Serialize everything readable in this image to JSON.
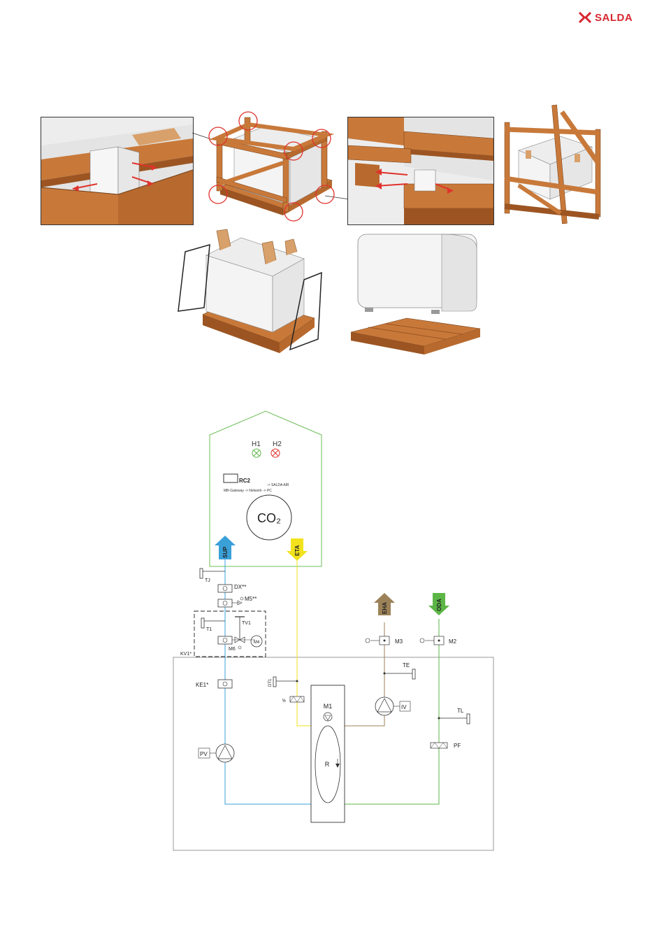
{
  "brand": {
    "name": "SALDA",
    "color": "#d7262f"
  },
  "colors": {
    "wood": "#c8793a",
    "wood_dark": "#9c5522",
    "box": "#f4f4f4",
    "arrow": "#e0322c",
    "sup": "#3aa0d8",
    "eta": "#f2e21c",
    "eha": "#9c8258",
    "oda": "#5cb646",
    "room": "#6dbf58",
    "frame": "#999999"
  },
  "diagram": {
    "room": {
      "h1": "H1",
      "h2": "H2",
      "rc2": "RC2",
      "net_line1": "-> SALDA AIR",
      "net_line2": "MB-Gateway -> Network -> PC",
      "co2": "CO₂"
    },
    "flows": {
      "sup": "SUP",
      "eta": "ETA",
      "eha": "EHA",
      "oda": "ODA"
    },
    "components": {
      "tj": "TJ",
      "dx": "DX**",
      "m5": "M5**",
      "t1": "T1",
      "tv1": "TV1",
      "m6": "M6",
      "m4": "M4",
      "kv1": "KV1*",
      "ke1": "KE1*",
      "dt1": "DT1",
      "if": "IF",
      "m1": "M1",
      "r": "R",
      "pv": "PV",
      "iv": "IV",
      "te": "TE",
      "tl": "TL",
      "pf": "PF",
      "m3": "M3",
      "m2": "M2"
    }
  }
}
